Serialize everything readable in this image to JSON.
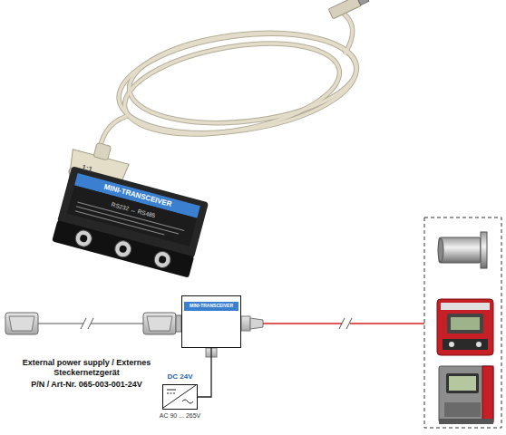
{
  "diagram": {
    "nodes": [
      {
        "text": [
          "MINI-TRANSCEIVER"
        ]
      },
      {
        "text": [
          "DC 24V",
          "AC 90 ... 265V"
        ]
      }
    ],
    "edges": [
      {
        "from": 0,
        "to": 1,
        "arrow": "none"
      }
    ],
    "labels": [
      "1:1",
      "MINI-TRANSCEIVER",
      "RS232 ↔ RS485",
      "External power supply / Externes Steckernetzgerät",
      "P/N / Art-Nr. 065-003-001-24V"
    ]
  }
}
